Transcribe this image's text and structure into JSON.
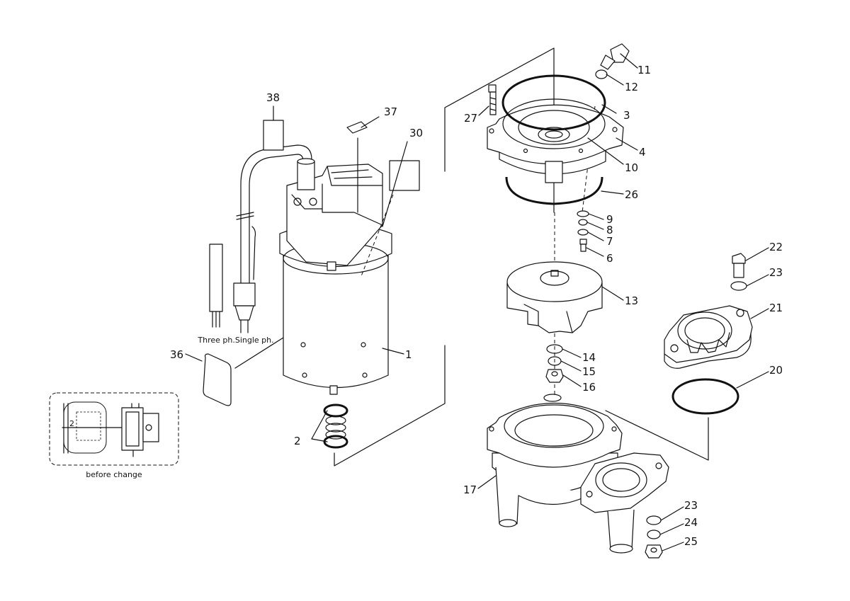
{
  "captions": {
    "cable_types": "Three ph.Single ph.",
    "inset": "before change"
  },
  "inset_dimension": "2",
  "part_labels": [
    {
      "id": "p1",
      "text": "1"
    },
    {
      "id": "p2",
      "text": "2"
    },
    {
      "id": "p3",
      "text": "3"
    },
    {
      "id": "p4",
      "text": "4"
    },
    {
      "id": "p6",
      "text": "6"
    },
    {
      "id": "p7",
      "text": "7"
    },
    {
      "id": "p8",
      "text": "8"
    },
    {
      "id": "p9",
      "text": "9"
    },
    {
      "id": "p10",
      "text": "10"
    },
    {
      "id": "p11",
      "text": "11"
    },
    {
      "id": "p12",
      "text": "12"
    },
    {
      "id": "p13",
      "text": "13"
    },
    {
      "id": "p14",
      "text": "14"
    },
    {
      "id": "p15",
      "text": "15"
    },
    {
      "id": "p16",
      "text": "16"
    },
    {
      "id": "p17",
      "text": "17"
    },
    {
      "id": "p20",
      "text": "20"
    },
    {
      "id": "p21",
      "text": "21"
    },
    {
      "id": "p22",
      "text": "22"
    },
    {
      "id": "p23a",
      "text": "23"
    },
    {
      "id": "p23b",
      "text": "23"
    },
    {
      "id": "p24",
      "text": "24"
    },
    {
      "id": "p25",
      "text": "25"
    },
    {
      "id": "p26",
      "text": "26"
    },
    {
      "id": "p27",
      "text": "27"
    },
    {
      "id": "p30",
      "text": "30"
    },
    {
      "id": "p36",
      "text": "36"
    },
    {
      "id": "p37",
      "text": "37"
    },
    {
      "id": "p38",
      "text": "38"
    }
  ]
}
